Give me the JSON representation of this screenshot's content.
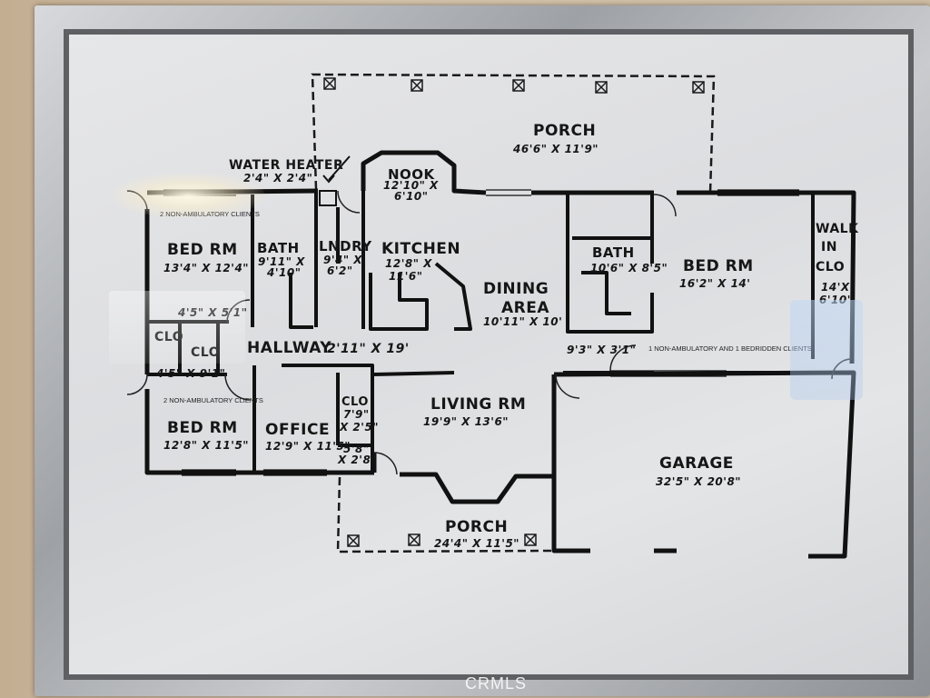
{
  "rooms": {
    "porch_top": {
      "label": "PORCH",
      "dim": "46'6\" X 11'9\""
    },
    "water_heater": {
      "label": "WATER HEATER",
      "dim": "2'4\" X 2'4\""
    },
    "nook": {
      "label": "NOOK",
      "dim1": "12'10\" X",
      "dim2": "6'10\""
    },
    "bedrm_nw": {
      "label": "BED RM",
      "dim": "13'4\" X 12'4\"",
      "note": "2 NON-AMBULATORY CLIENTS"
    },
    "bath_w": {
      "label": "BATH",
      "dim1": "9'11\" X",
      "dim2": "4'10\""
    },
    "lndry": {
      "label": "LNDRY",
      "dim1": "9'4\" X",
      "dim2": "6'2\""
    },
    "kitchen": {
      "label": "KITCHEN",
      "dim1": "12'8\" X",
      "dim2": "11'6\""
    },
    "dining": {
      "label1": "DINING",
      "label2": "AREA",
      "dim": "10'11\" X 10'"
    },
    "bath_e": {
      "label": "BATH",
      "dim": "10'6\" X 8'5\""
    },
    "bedrm_ne": {
      "label": "BED RM",
      "dim": "16'2\" X 14'",
      "note": "1 NON-AMBULATORY AND 1 BEDRIDDEN CLIENTS"
    },
    "walkin": {
      "label1": "WALK",
      "label2": "IN",
      "label3": "CLO",
      "dim1": "14'X",
      "dim2": "6'10\""
    },
    "clo_a": {
      "dim": "4'5\" X 5'1\""
    },
    "clo_b": {
      "label": "CLO"
    },
    "clo_c": {
      "label": "CLO",
      "dim": "4'5\" X 9'1\""
    },
    "hallway": {
      "label": "HALLWAY",
      "dim": "2'11\" X 19'"
    },
    "closet_e": {
      "dim": "9'3\" X 3'1\""
    },
    "bedrm_sw": {
      "label": "BED RM",
      "dim": "12'8\" X 11'5\"",
      "note": "2 NON-AMBULATORY CLIENTS"
    },
    "office": {
      "label": "OFFICE",
      "dim": "12'9\" X 11'5\""
    },
    "clo_office": {
      "label": "CLO",
      "dim1": "7'9\"",
      "dim2": "X 2'5\""
    },
    "small_clo": {
      "dim1": "5'8\"",
      "dim2": "X 2'8\""
    },
    "living": {
      "label": "LIVING RM",
      "dim": "19'9\" X 13'6\""
    },
    "garage": {
      "label": "GARAGE",
      "dim": "32'5\" X 20'8\""
    },
    "porch_bottom": {
      "label": "PORCH",
      "dim": "24'4\" X 11'5\""
    }
  },
  "watermark": "CRMLS"
}
